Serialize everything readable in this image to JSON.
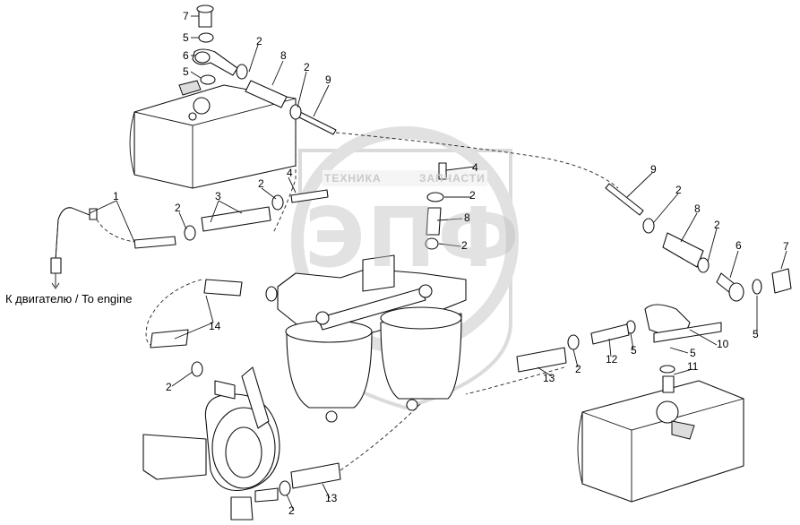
{
  "caption": "К двигателю / To engine",
  "watermark": {
    "left_text": "ТЕХНИКА",
    "right_text": "ЗАПЧАСТИ",
    "big_text": "ЭПФ"
  },
  "callouts": [
    "1",
    "2",
    "3",
    "4",
    "5",
    "6",
    "7",
    "8",
    "9",
    "10",
    "11",
    "12",
    "13",
    "14"
  ]
}
